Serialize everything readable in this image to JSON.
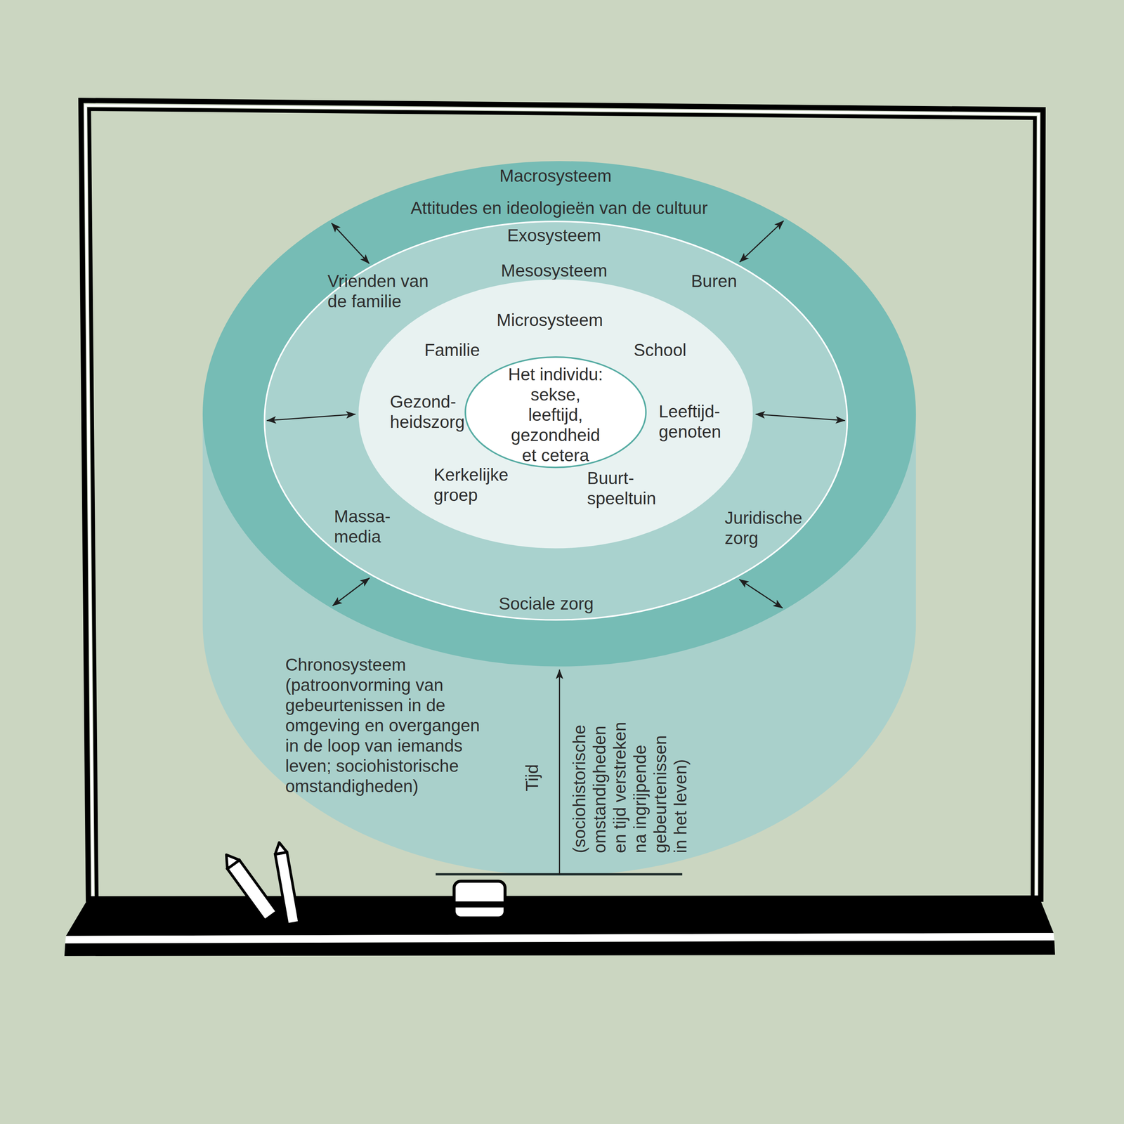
{
  "diagram": {
    "nodes": [
      {
        "text": [
          "Chronosysteem (patroonvorming van gebeurtenissen in de omgeving en overgangen in de loop van iemands leven; sociohistorische omstandigheden)",
          "Tijd",
          "(sociohistorische omstandigheden en tijd verstreken na ingrijpende gebeurtenissen in het leven)"
        ]
      },
      {
        "text": [
          "Macrosysteem",
          "Attitudes en ideologieën van de cultuur"
        ],
        "in": 0
      },
      {
        "text": [
          "Exosysteem",
          "Mesosysteem",
          "Vrienden van de familie",
          "Buren",
          "Massa- media",
          "Juridische zorg",
          "Sociale zorg"
        ],
        "in": 1
      },
      {
        "text": [
          "Microsysteem",
          "Familie",
          "School",
          "Gezond- heidszorg",
          "Leeftijd- genoten",
          "Kerkelijke groep",
          "Buurt- speeltuin"
        ],
        "in": 2
      },
      {
        "text": [
          "Het individu: sekse, leeftijd, gezondheid et cetera"
        ],
        "in": 3
      }
    ],
    "edges": [
      {
        "from": 2,
        "to": 1,
        "arrow": "both"
      },
      {
        "from": 2,
        "to": 1,
        "arrow": "both"
      },
      {
        "from": 3,
        "to": 2,
        "arrow": "both"
      },
      {
        "from": 3,
        "to": 2,
        "arrow": "both"
      },
      {
        "from": 2,
        "to": 1,
        "arrow": "both"
      },
      {
        "from": 2,
        "to": 1,
        "arrow": "both"
      },
      {
        "from": 0,
        "to": 1,
        "arrow": "to"
      }
    ]
  }
}
